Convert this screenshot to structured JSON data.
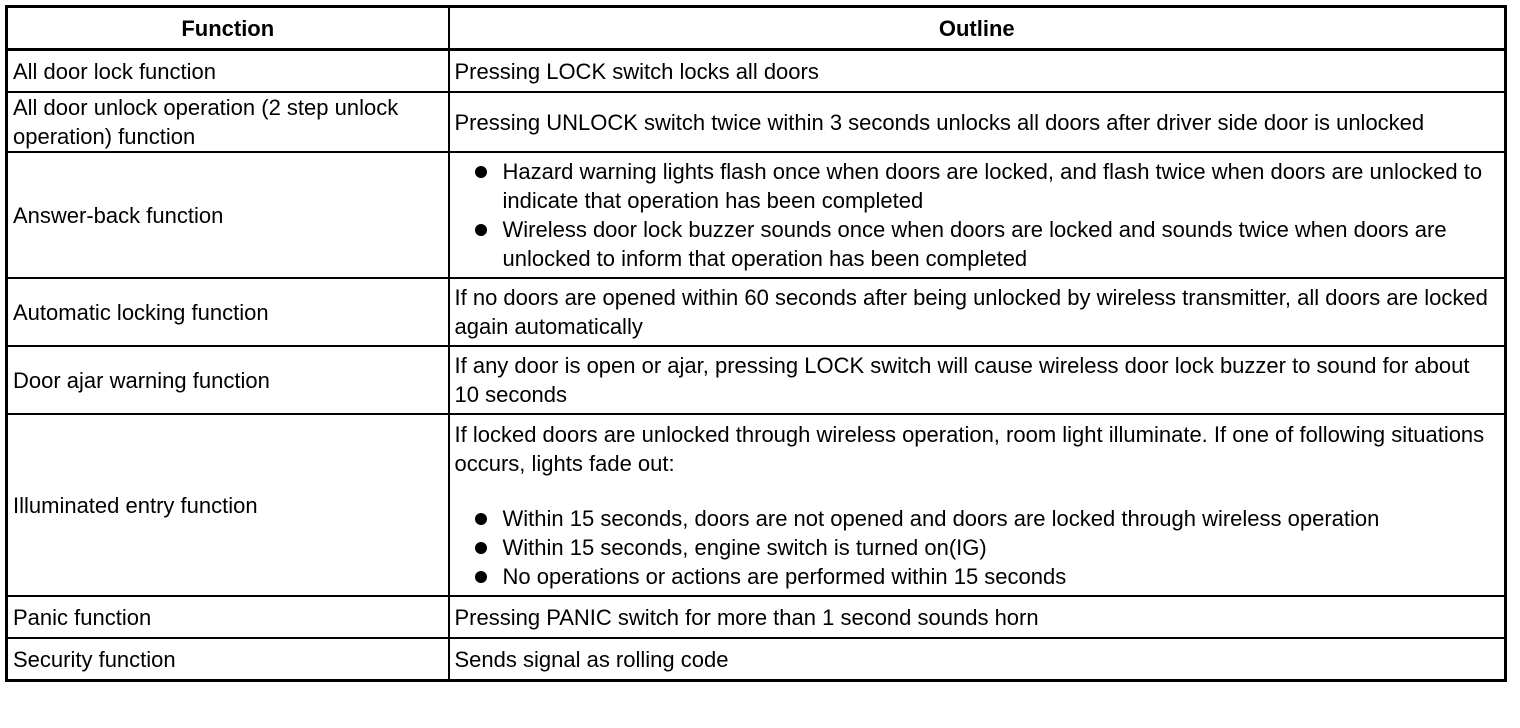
{
  "table": {
    "headers": {
      "function": "Function",
      "outline": "Outline"
    },
    "rows": [
      {
        "function": "All door lock function",
        "outline": "Pressing LOCK switch locks all doors"
      },
      {
        "function": "All door unlock operation (2 step unlock operation) function",
        "outline": "Pressing UNLOCK switch twice within 3 seconds unlocks all doors after driver side door is unlocked"
      },
      {
        "function": "Answer-back function",
        "bullets": [
          "Hazard warning lights flash once when doors are locked, and flash twice when doors are unlocked to indicate that operation has been completed",
          "Wireless door lock buzzer sounds once when doors are locked and sounds twice when doors are unlocked to inform that operation has been completed"
        ]
      },
      {
        "function": "Automatic locking function",
        "outline": "If no doors are opened within 60 seconds after being unlocked by wireless transmitter, all doors are locked again automatically"
      },
      {
        "function": "Door ajar warning function",
        "outline": "If any door is open or ajar, pressing LOCK switch will cause wireless door lock buzzer to sound for about 10 seconds"
      },
      {
        "function": "Illuminated entry function",
        "outline": "If locked doors are unlocked through wireless operation, room light illuminate. If one of following situations occurs, lights fade out:",
        "bullets": [
          "Within 15 seconds, doors are not opened and doors are locked through wireless operation",
          "Within 15 seconds, engine switch is turned on(IG)",
          "No operations or actions are performed within 15 seconds"
        ]
      },
      {
        "function": "Panic function",
        "outline": "Pressing PANIC switch for more than 1 second sounds horn"
      },
      {
        "function": "Security function",
        "outline": "Sends signal as rolling code"
      }
    ]
  }
}
